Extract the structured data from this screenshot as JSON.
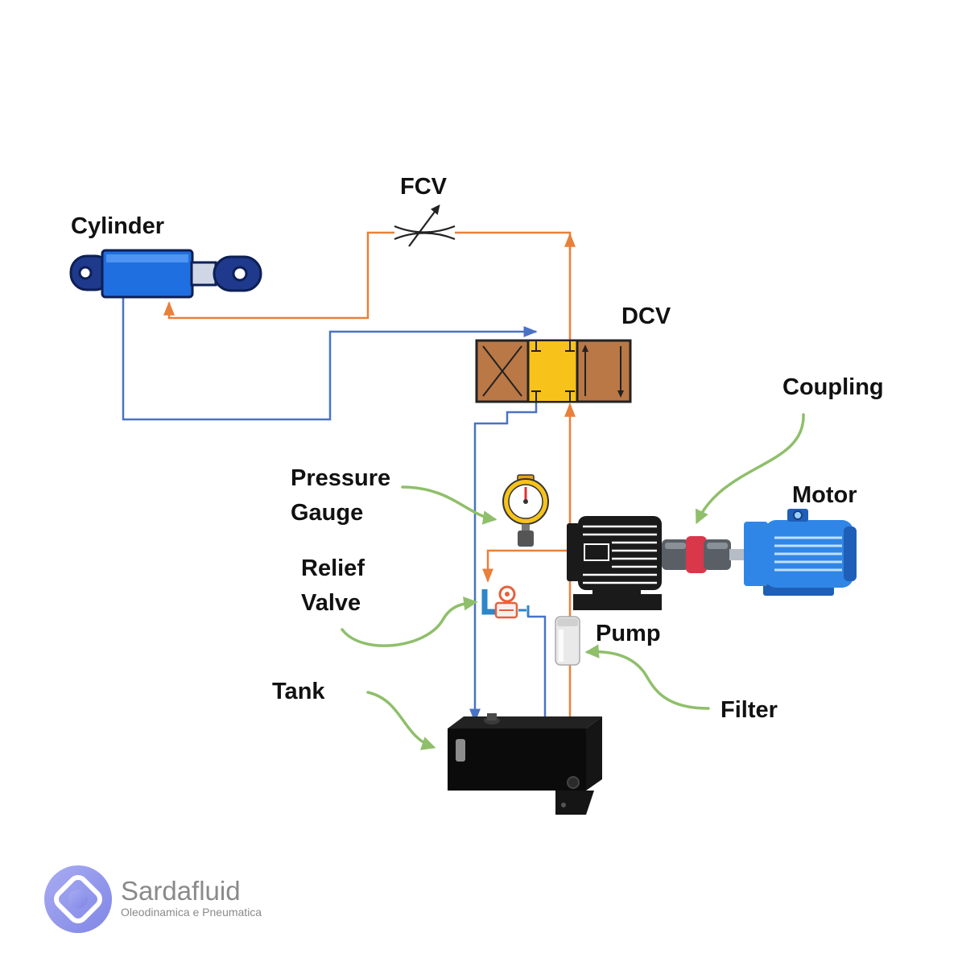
{
  "labels": {
    "fcv": "FCV",
    "cylinder": "Cylinder",
    "dcv": "DCV",
    "coupling": "Coupling",
    "motor": "Motor",
    "pressure_line1": "Pressure",
    "pressure_line2": "Gauge",
    "relief_line1": "Relief",
    "relief_line2": "Valve",
    "pump": "Pump",
    "tank": "Tank",
    "filter": "Filter"
  },
  "brand": {
    "name": "Sardafluid",
    "tagline": "Oleodinamica e Pneumatica"
  },
  "colors": {
    "pressure_line": "#e8803a",
    "return_line": "#4a72c4",
    "callout_arrow": "#8fbf6a",
    "dcv_side": "#b97845",
    "dcv_center": "#f7c31a",
    "cylinder_body": "#1f6fe0",
    "motor_body": "#2f86e6",
    "logo": "#8f93e8"
  }
}
